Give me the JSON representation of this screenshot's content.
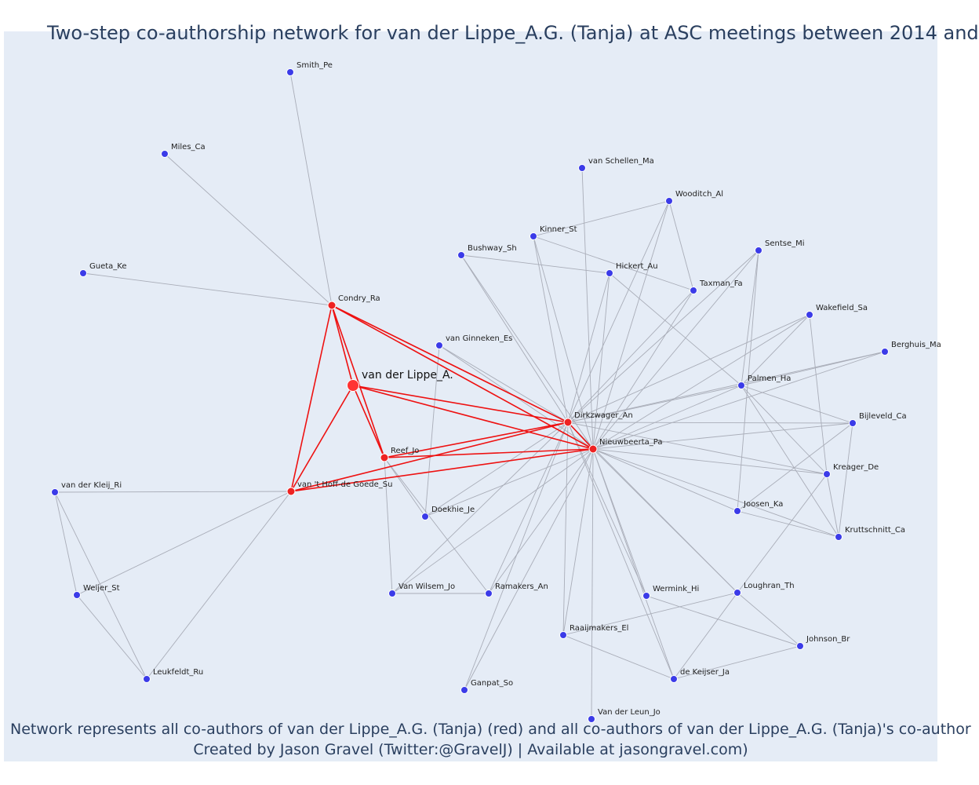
{
  "title": "Two-step co-authorship network for van der Lippe_A.G. (Tanja) at ASC meetings between 2014 and",
  "caption_line1": "Network represents all co-authors of van der Lippe_A.G. (Tanja) (red) and all co-authors of van der Lippe_A.G. (Tanja)'s co-author",
  "caption_line2": "Created by Jason Gravel (Twitter:@GravelJ) | Available at jasongravel.com)",
  "colors": {
    "background": "#e5ecf6",
    "focal_node": "#ff3333",
    "coauthor_node": "#ee2222",
    "other_node": "#3b3be8",
    "focal_edge": "#ee1111",
    "other_edge": "#a9adb8",
    "text": "#2a3f5f"
  },
  "nodes": [
    {
      "id": "focal",
      "label": "van der Lippe_A.",
      "group": "focal"
    },
    {
      "id": "condry",
      "label": "Condry_Ra",
      "group": "coauthor"
    },
    {
      "id": "dirkzwager",
      "label": "Dirkzwager_An",
      "group": "coauthor"
    },
    {
      "id": "nieuwbeerta",
      "label": "Nieuwbeerta_Pa",
      "group": "coauthor"
    },
    {
      "id": "reef",
      "label": "Reef_Jo",
      "group": "coauthor"
    },
    {
      "id": "vanthoff",
      "label": "van 't Hoff-de Goede_Su",
      "group": "coauthor"
    },
    {
      "id": "smith",
      "label": "Smith_Pe",
      "group": "other"
    },
    {
      "id": "miles",
      "label": "Miles_Ca",
      "group": "other"
    },
    {
      "id": "gueta",
      "label": "Gueta_Ke",
      "group": "other"
    },
    {
      "id": "vanschellen",
      "label": "van Schellen_Ma",
      "group": "other"
    },
    {
      "id": "wooditch",
      "label": "Wooditch_Al",
      "group": "other"
    },
    {
      "id": "kinner",
      "label": "Kinner_St",
      "group": "other"
    },
    {
      "id": "bushway",
      "label": "Bushway_Sh",
      "group": "other"
    },
    {
      "id": "sentse",
      "label": "Sentse_Mi",
      "group": "other"
    },
    {
      "id": "hickert",
      "label": "Hickert_Au",
      "group": "other"
    },
    {
      "id": "taxman",
      "label": "Taxman_Fa",
      "group": "other"
    },
    {
      "id": "wakefield",
      "label": "Wakefield_Sa",
      "group": "other"
    },
    {
      "id": "berghuis",
      "label": "Berghuis_Ma",
      "group": "other"
    },
    {
      "id": "vanginneken",
      "label": "van Ginneken_Es",
      "group": "other"
    },
    {
      "id": "palmen",
      "label": "Palmen_Ha",
      "group": "other"
    },
    {
      "id": "bijleveld",
      "label": "Bijleveld_Ca",
      "group": "other"
    },
    {
      "id": "kreager",
      "label": "Kreager_De",
      "group": "other"
    },
    {
      "id": "vanderkleij",
      "label": "van der Kleij_Ri",
      "group": "other"
    },
    {
      "id": "doekhie",
      "label": "Doekhie_Je",
      "group": "other"
    },
    {
      "id": "joosen",
      "label": "Joosen_Ka",
      "group": "other"
    },
    {
      "id": "kruttschnitt",
      "label": "Kruttschnitt_Ca",
      "group": "other"
    },
    {
      "id": "weijer",
      "label": "Weijer_St",
      "group": "other"
    },
    {
      "id": "vanwilsem",
      "label": "Van Wilsem_Jo",
      "group": "other"
    },
    {
      "id": "ramakers",
      "label": "Ramakers_An",
      "group": "other"
    },
    {
      "id": "wermink",
      "label": "Wermink_Hi",
      "group": "other"
    },
    {
      "id": "loughran",
      "label": "Loughran_Th",
      "group": "other"
    },
    {
      "id": "raaijmakers",
      "label": "Raaijmakers_El",
      "group": "other"
    },
    {
      "id": "johnson",
      "label": "Johnson_Br",
      "group": "other"
    },
    {
      "id": "leukfeldt",
      "label": "Leukfeldt_Ru",
      "group": "other"
    },
    {
      "id": "dekeijser",
      "label": "de Keijser_Ja",
      "group": "other"
    },
    {
      "id": "ganpat",
      "label": "Ganpat_So",
      "group": "other"
    },
    {
      "id": "vanderleun",
      "label": "Van der Leun_Jo",
      "group": "other"
    }
  ],
  "edges": [
    [
      "focal",
      "condry"
    ],
    [
      "focal",
      "dirkzwager"
    ],
    [
      "focal",
      "nieuwbeerta"
    ],
    [
      "focal",
      "reef"
    ],
    [
      "focal",
      "vanthoff"
    ],
    [
      "condry",
      "dirkzwager"
    ],
    [
      "condry",
      "nieuwbeerta"
    ],
    [
      "condry",
      "reef"
    ],
    [
      "condry",
      "vanthoff"
    ],
    [
      "dirkzwager",
      "reef"
    ],
    [
      "dirkzwager",
      "vanthoff"
    ],
    [
      "nieuwbeerta",
      "reef"
    ],
    [
      "nieuwbeerta",
      "vanthoff"
    ],
    [
      "dirkzwager",
      "nieuwbeerta"
    ],
    [
      "condry",
      "smith"
    ],
    [
      "condry",
      "miles"
    ],
    [
      "condry",
      "gueta"
    ],
    [
      "vanthoff",
      "vanderkleij"
    ],
    [
      "vanthoff",
      "weijer"
    ],
    [
      "vanthoff",
      "leukfeldt"
    ],
    [
      "vanderkleij",
      "weijer"
    ],
    [
      "vanderkleij",
      "leukfeldt"
    ],
    [
      "weijer",
      "leukfeldt"
    ],
    [
      "reef",
      "doekhie"
    ],
    [
      "reef",
      "vanwilsem"
    ],
    [
      "reef",
      "ramakers"
    ],
    [
      "vanwilsem",
      "ramakers"
    ],
    [
      "vanginneken",
      "doekhie"
    ],
    [
      "vanschellen",
      "nieuwbeerta"
    ],
    [
      "wooditch",
      "dirkzwager"
    ],
    [
      "wooditch",
      "nieuwbeerta"
    ],
    [
      "wooditch",
      "kinner"
    ],
    [
      "wooditch",
      "taxman"
    ],
    [
      "kinner",
      "nieuwbeerta"
    ],
    [
      "kinner",
      "dirkzwager"
    ],
    [
      "kinner",
      "taxman"
    ],
    [
      "bushway",
      "nieuwbeerta"
    ],
    [
      "bushway",
      "dirkzwager"
    ],
    [
      "bushway",
      "hickert"
    ],
    [
      "hickert",
      "dirkzwager"
    ],
    [
      "hickert",
      "nieuwbeerta"
    ],
    [
      "hickert",
      "palmen"
    ],
    [
      "taxman",
      "dirkzwager"
    ],
    [
      "taxman",
      "nieuwbeerta"
    ],
    [
      "sentse",
      "dirkzwager"
    ],
    [
      "sentse",
      "nieuwbeerta"
    ],
    [
      "sentse",
      "palmen"
    ],
    [
      "sentse",
      "joosen"
    ],
    [
      "wakefield",
      "dirkzwager"
    ],
    [
      "wakefield",
      "nieuwbeerta"
    ],
    [
      "wakefield",
      "palmen"
    ],
    [
      "wakefield",
      "kreager"
    ],
    [
      "berghuis",
      "dirkzwager"
    ],
    [
      "berghuis",
      "nieuwbeerta"
    ],
    [
      "berghuis",
      "palmen"
    ],
    [
      "vanginneken",
      "dirkzwager"
    ],
    [
      "vanginneken",
      "nieuwbeerta"
    ],
    [
      "palmen",
      "dirkzwager"
    ],
    [
      "palmen",
      "nieuwbeerta"
    ],
    [
      "palmen",
      "kruttschnitt"
    ],
    [
      "palmen",
      "kreager"
    ],
    [
      "palmen",
      "bijleveld"
    ],
    [
      "bijleveld",
      "dirkzwager"
    ],
    [
      "bijleveld",
      "nieuwbeerta"
    ],
    [
      "bijleveld",
      "kruttschnitt"
    ],
    [
      "bijleveld",
      "joosen"
    ],
    [
      "kreager",
      "nieuwbeerta"
    ],
    [
      "kreager",
      "dirkzwager"
    ],
    [
      "kreager",
      "kruttschnitt"
    ],
    [
      "kreager",
      "loughran"
    ],
    [
      "joosen",
      "nieuwbeerta"
    ],
    [
      "joosen",
      "kruttschnitt"
    ],
    [
      "kruttschnitt",
      "nieuwbeerta"
    ],
    [
      "doekhie",
      "dirkzwager"
    ],
    [
      "doekhie",
      "nieuwbeerta"
    ],
    [
      "vanwilsem",
      "dirkzwager"
    ],
    [
      "vanwilsem",
      "nieuwbeerta"
    ],
    [
      "ramakers",
      "dirkzwager"
    ],
    [
      "ramakers",
      "nieuwbeerta"
    ],
    [
      "wermink",
      "nieuwbeerta"
    ],
    [
      "wermink",
      "dirkzwager"
    ],
    [
      "wermink",
      "johnson"
    ],
    [
      "loughran",
      "nieuwbeerta"
    ],
    [
      "loughran",
      "dirkzwager"
    ],
    [
      "loughran",
      "raaijmakers"
    ],
    [
      "loughran",
      "johnson"
    ],
    [
      "loughran",
      "dekeijser"
    ],
    [
      "raaijmakers",
      "nieuwbeerta"
    ],
    [
      "raaijmakers",
      "dirkzwager"
    ],
    [
      "raaijmakers",
      "dekeijser"
    ],
    [
      "johnson",
      "dekeijser"
    ],
    [
      "dekeijser",
      "nieuwbeerta"
    ],
    [
      "dekeijser",
      "dirkzwager"
    ],
    [
      "ganpat",
      "dirkzwager"
    ],
    [
      "ganpat",
      "nieuwbeerta"
    ],
    [
      "vanderleun",
      "nieuwbeerta"
    ]
  ]
}
